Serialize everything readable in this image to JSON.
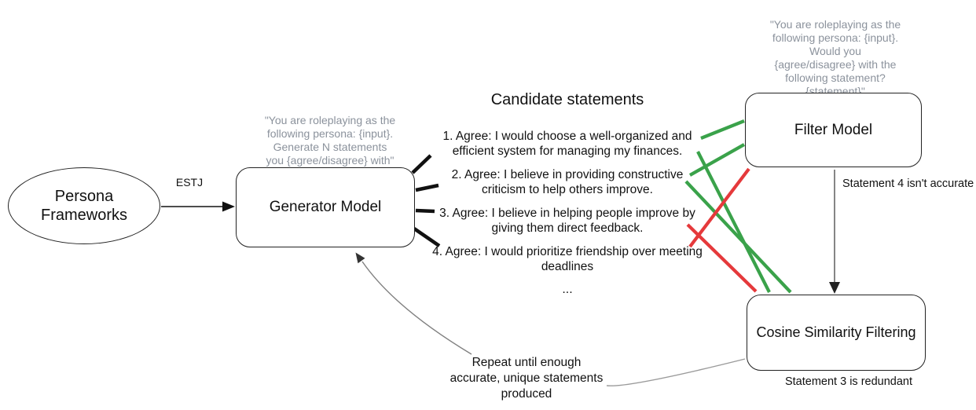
{
  "nodes": {
    "persona_frameworks": {
      "label_lines": [
        "Persona",
        "Frameworks"
      ]
    },
    "generator_model": {
      "label": "Generator Model",
      "prompt_lines": [
        "\"You are roleplaying as the",
        "following persona: {input}.",
        "Generate N statements",
        "you {agree/disagree} with\""
      ]
    },
    "filter_model": {
      "label": "Filter Model",
      "prompt_lines": [
        "\"You are roleplaying as the",
        "following persona: {input}.",
        "Would you",
        "{agree/disagree} with the",
        "following statement?",
        "{statement}\""
      ]
    },
    "cosine_filtering": {
      "label": "Cosine Similarity Filtering"
    }
  },
  "candidate_statements": {
    "title": "Candidate statements",
    "items": [
      "1. Agree: I would choose a well-organized and efficient system for managing my finances.",
      "2. Agree: I believe in providing constructive criticism to help others improve.",
      "3. Agree: I believe in helping people improve by giving them direct feedback.",
      "4. Agree: I would prioritize friendship over meeting deadlines"
    ],
    "ellipsis": "..."
  },
  "annotations": {
    "estj_label": "ESTJ",
    "filter_note": "Statement 4 isn't accurate",
    "cosine_note": "Statement 3 is redundant",
    "repeat_note_lines": [
      "Repeat until enough",
      "accurate, unique statements",
      "produced"
    ]
  },
  "colors": {
    "pass_green": "#3aa24a",
    "fail_red": "#e5393b",
    "prompt_gray": "#8b929c"
  }
}
